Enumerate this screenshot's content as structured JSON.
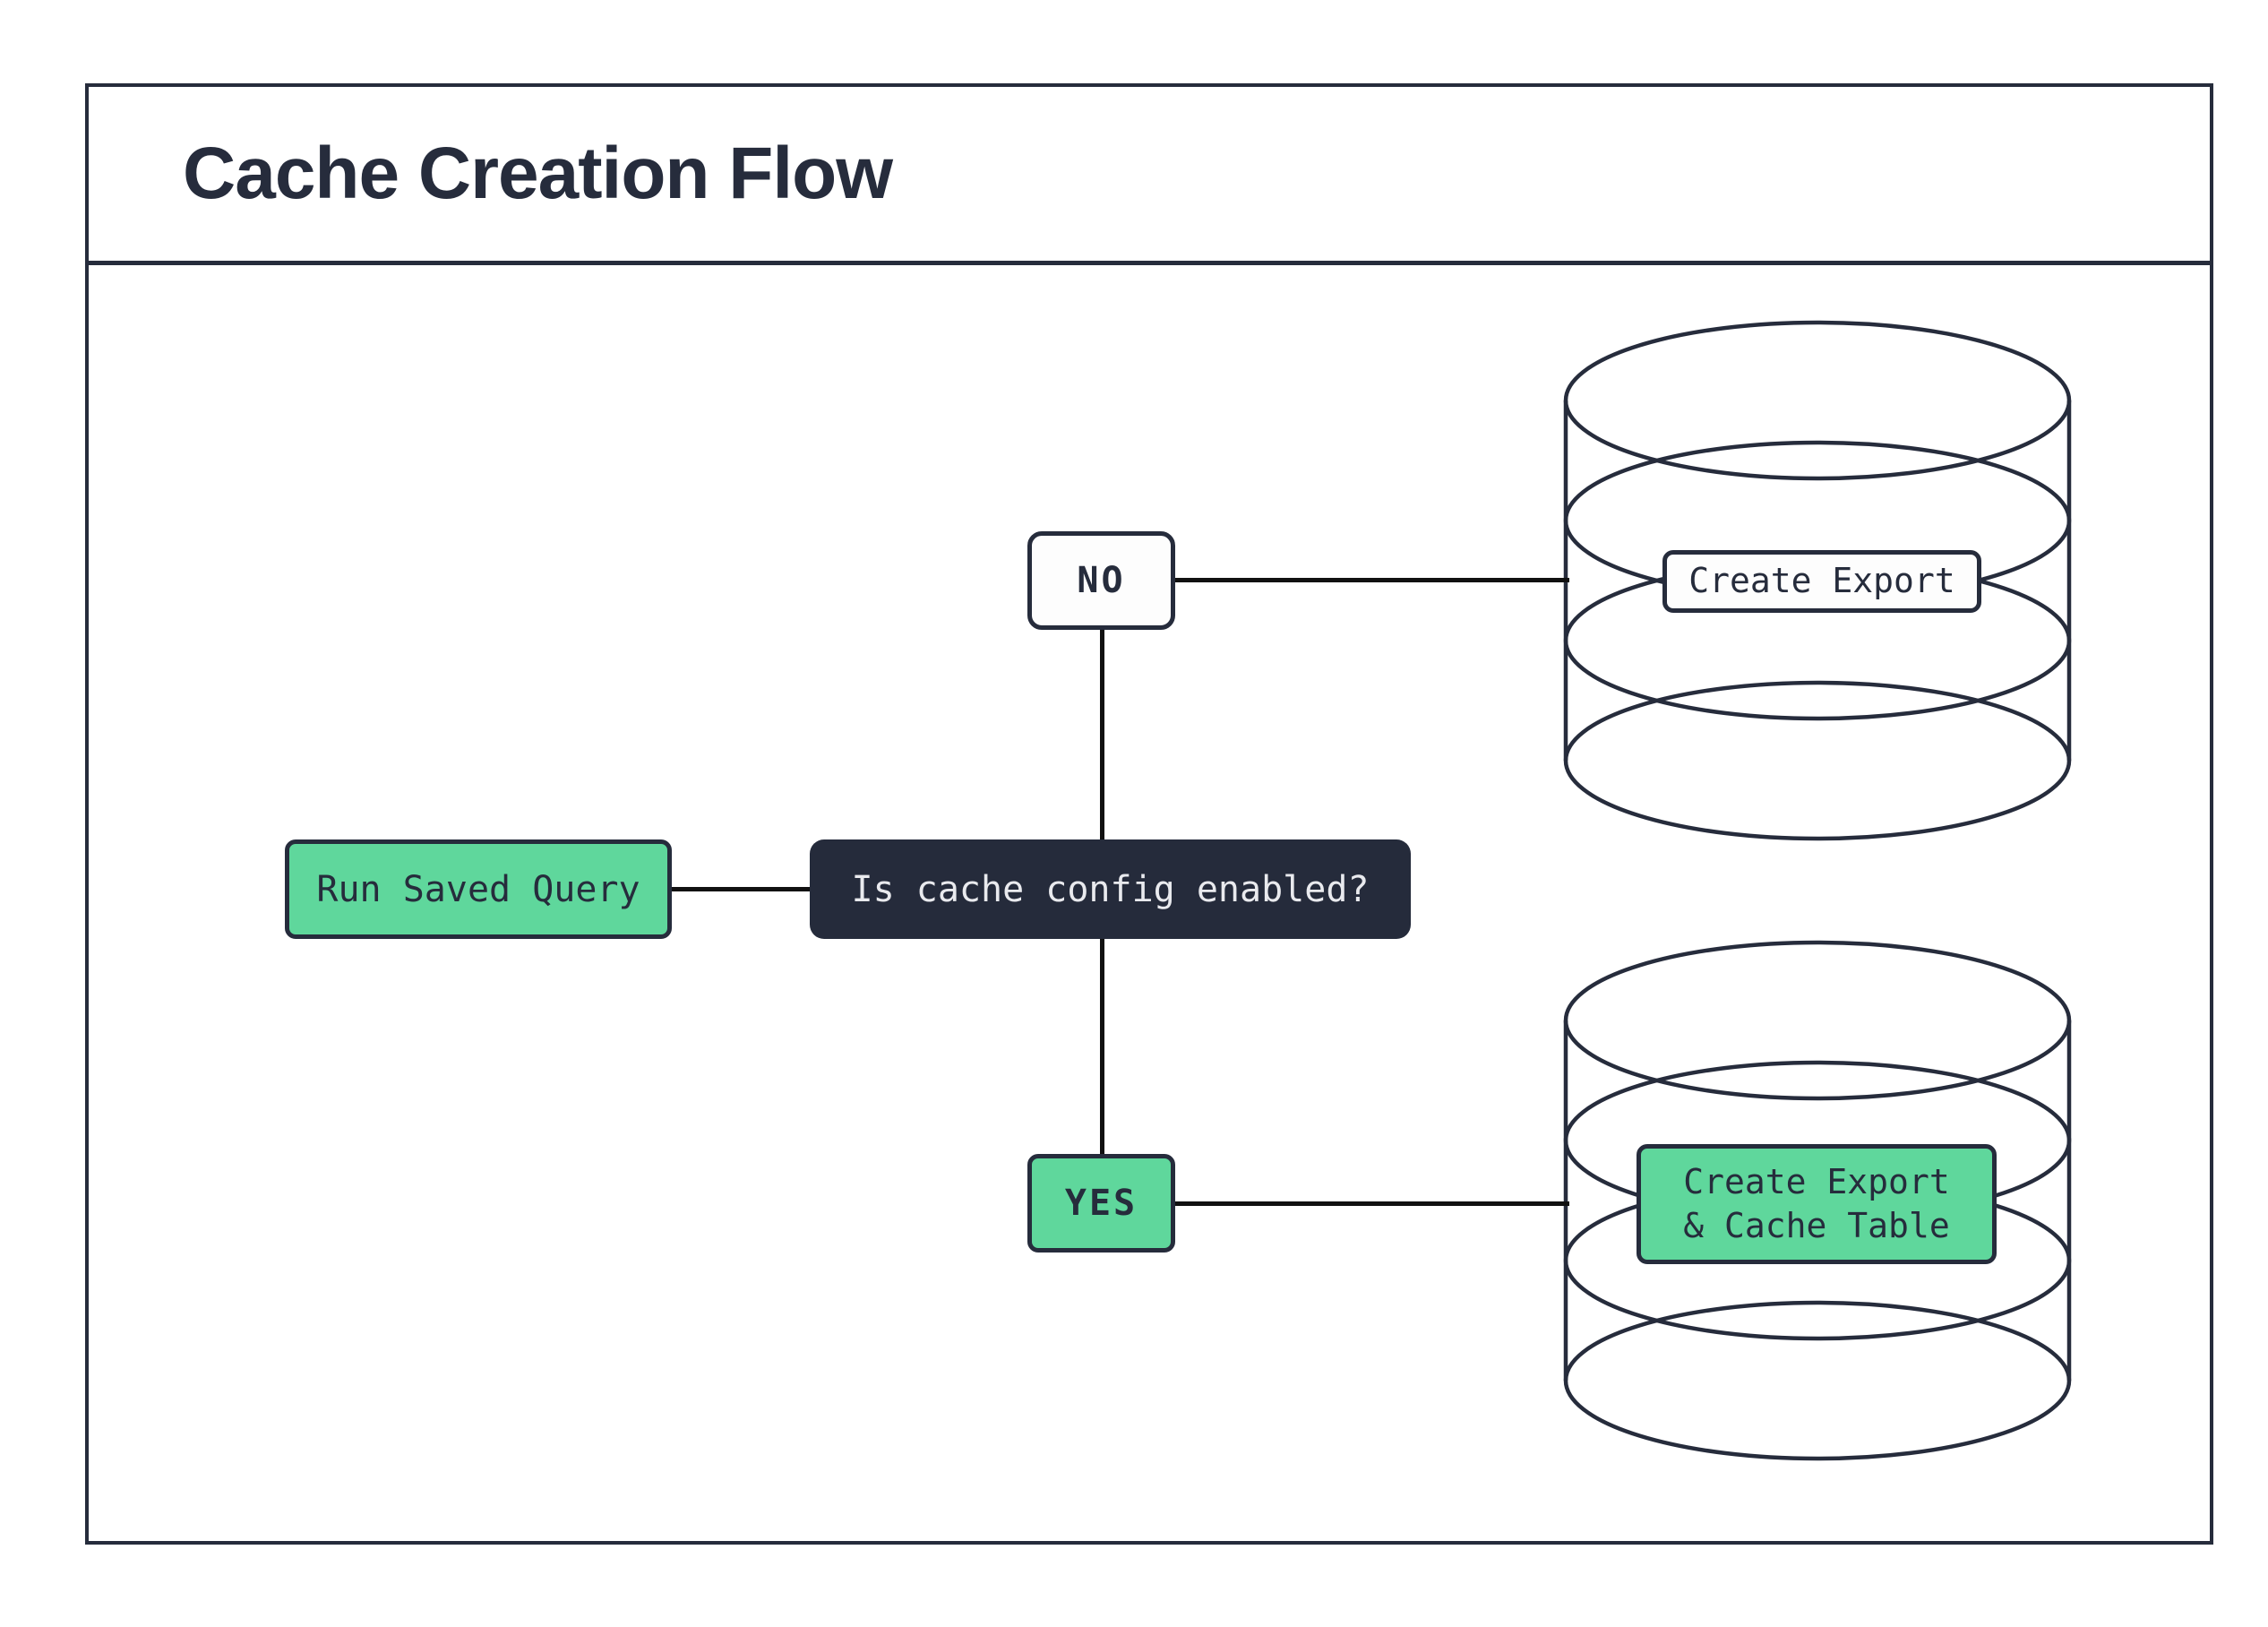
{
  "page": {
    "title": "Cache Creation Flow"
  },
  "nodes": {
    "run_saved_query": {
      "label": "Run Saved Query"
    },
    "question": {
      "label": "Is cache config enabled?"
    },
    "no_branch": {
      "label": "NO"
    },
    "yes_branch": {
      "label": "YES"
    },
    "export": {
      "label": "Create Export"
    },
    "export_cache": {
      "line1": "Create Export",
      "line2": "& Cache Table"
    }
  },
  "colors": {
    "ink": "#262c3c",
    "green": "#5fd79c",
    "dark_fill": "#252b3b",
    "light_text": "#e9eaee",
    "connector": "#111111",
    "node_white": "#fdfdfd",
    "background": "#ffffff"
  }
}
